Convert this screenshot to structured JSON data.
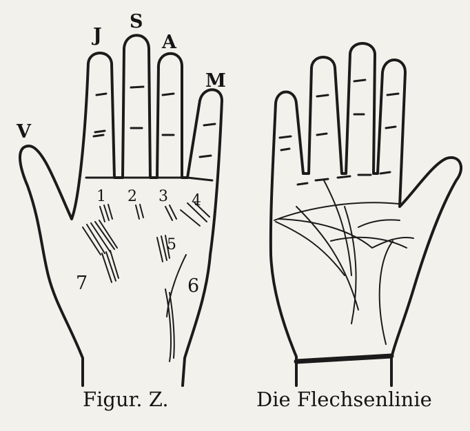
{
  "finger_letters": {
    "index": "J",
    "middle": "S",
    "ring": "A",
    "little": "M",
    "thumb": "V"
  },
  "zone_numbers": {
    "z1": "1",
    "z2": "2",
    "z3": "3",
    "z4": "4",
    "z5": "5",
    "z6": "6",
    "z7": "7"
  },
  "captions": {
    "left": "Figur. Z.",
    "right": "Die Flechsenlinie"
  },
  "colors": {
    "ink": "#1b1b1b",
    "paper": "#f3f1ec"
  }
}
